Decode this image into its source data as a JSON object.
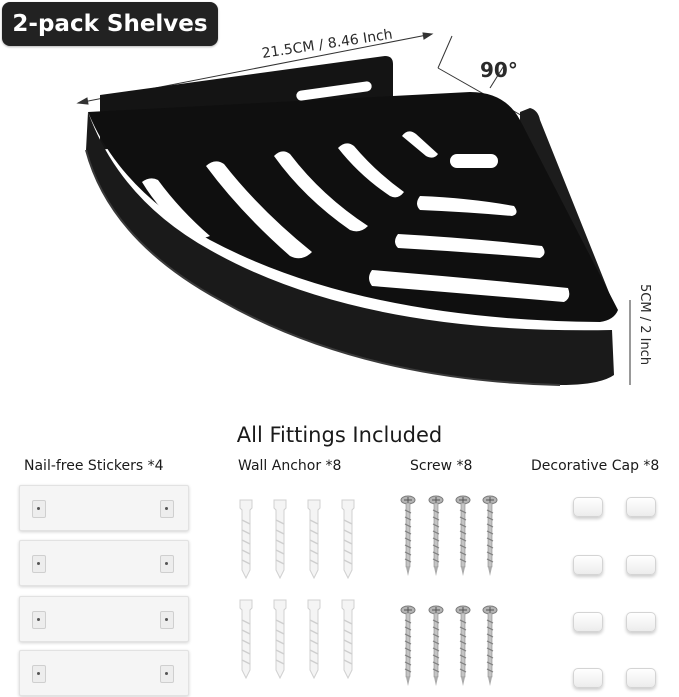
{
  "badge": {
    "label": "2-pack Shelves"
  },
  "dimensions": {
    "width": "21.5CM / 8.46 Inch",
    "angle": "90°",
    "height": "5CM / 2 Inch"
  },
  "fittings": {
    "title": "All Fittings Included",
    "items": [
      {
        "label": "Nail-free Stickers *4",
        "icon": "sticker-icon"
      },
      {
        "label": "Wall Anchor *8",
        "icon": "wall-anchor-icon"
      },
      {
        "label": "Screw *8",
        "icon": "screw-icon"
      },
      {
        "label": "Decorative Cap *8",
        "icon": "cap-icon"
      }
    ]
  },
  "colors": {
    "shelf": "#111111",
    "badge": "#222222"
  }
}
